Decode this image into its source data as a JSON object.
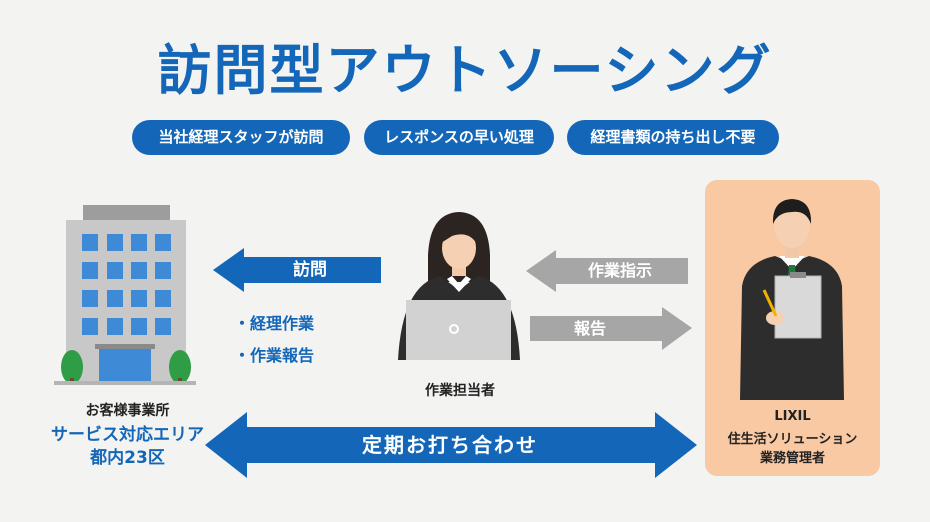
{
  "title": "訪問型アウトソーシング",
  "features": [
    "当社経理スタッフが訪問",
    "レスポンスの早い処理",
    "経理書類の持ち出し不要"
  ],
  "arrows": {
    "visit": "訪問",
    "work_instruction": "作業指示",
    "report": "報告",
    "meeting": "定期お打ち合わせ"
  },
  "tasks": [
    "・経理作業",
    "・作業報告"
  ],
  "staff_label": "作業担当者",
  "client": {
    "line1": "お客様事業所",
    "line2": "サービス対応エリア",
    "line3": "都内23区"
  },
  "manager": {
    "line1": "LIXIL",
    "line2": "住生活ソリューション",
    "line3": "業務管理者"
  },
  "colors": {
    "primary_blue": "#1467b8",
    "gray_arrow": "#a6a6a6",
    "panel_peach": "#f8c9a3",
    "navy_text": "#1467b8"
  }
}
